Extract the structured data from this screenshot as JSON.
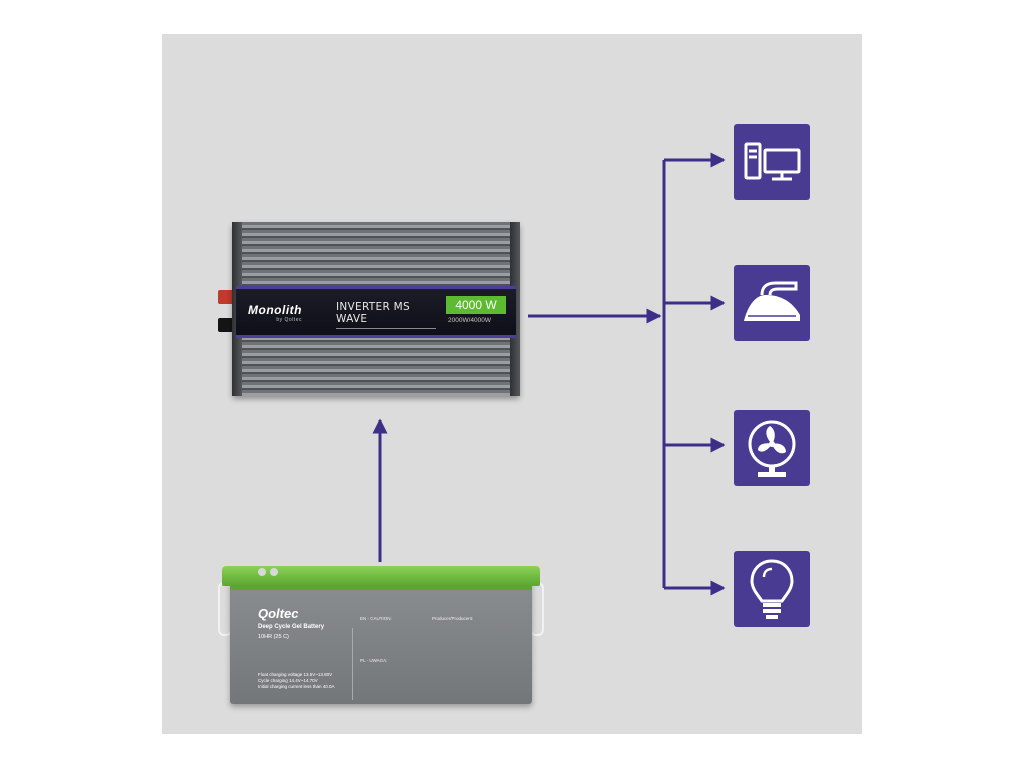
{
  "inverter": {
    "brand": "Monolith",
    "brand_sub": "by Qoltec",
    "model": "INVERTER MS WAVE",
    "wattage": "4000 W",
    "spec": "2000W/4000W"
  },
  "battery": {
    "brand": "Qoltec",
    "model": "Deep Cycle Gel Battery",
    "capacity": "10HR (25 C)",
    "specs": [
      "Float charging voltage 13.5V~13.80V",
      "Cycle charging 14.4V~14.70V",
      "Initial charging current less than 40.0A"
    ],
    "caution_en": "EN - CAUTION:",
    "caution_pl": "PL - UWAGA:",
    "producer": "Producer/Producent:"
  },
  "devices": [
    {
      "icon": "computer-icon"
    },
    {
      "icon": "iron-icon"
    },
    {
      "icon": "fan-icon"
    },
    {
      "icon": "lightbulb-icon"
    }
  ],
  "colors": {
    "background": "#dcdcdc",
    "accent": "#4a3b92",
    "battery_lid": "#7ec64a",
    "wattage_badge": "#5dbb2f"
  }
}
